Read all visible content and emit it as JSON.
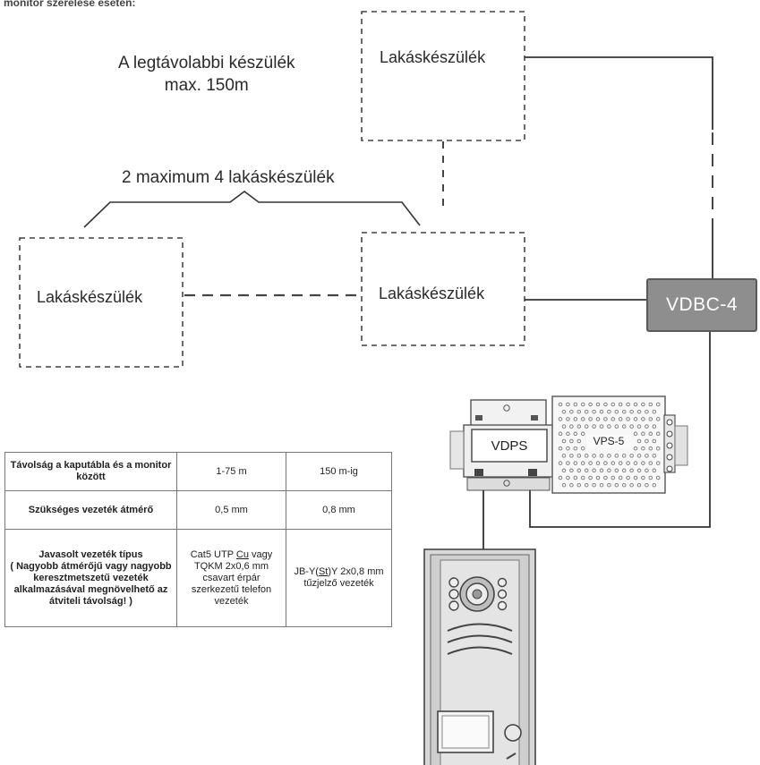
{
  "header_note": "monitor szerelése esetén:",
  "labels": {
    "farthest_distance_line1": "A legtávolabbi készülék",
    "farthest_distance_line2": "max. 150m",
    "device_range": "2 maximum 4 lakáskészülék",
    "apartment_unit_top": "Lakáskészülék",
    "apartment_unit_left": "Lakáskészülék",
    "apartment_unit_right": "Lakáskészülék"
  },
  "devices": {
    "distributor": "VDBC-4",
    "power_supply_module": "VDPS",
    "power_supply_unit": "VPS-5"
  },
  "table": {
    "rows": [
      {
        "header": "Távolság a kaputábla és a monitor között",
        "col1": "1-75 m",
        "col2": "150 m-ig"
      },
      {
        "header": "Szükséges vezeték átmérő",
        "col1": "0,5 mm",
        "col2": "0,8 mm"
      },
      {
        "header_title": "Javasolt vezeték típus",
        "header_note": "( Nagyobb átmérőjű vagy nagyobb keresztmetszetű vezeték alkalmazásával megnövelhető az átviteli távolság! )",
        "col1_a": "Cat5 UTP ",
        "col1_underlined": "Cu",
        "col1_b": " vagy TQKM 2x0,6 mm csavart érpár szerkezetű telefon vezeték",
        "col2_a": "JB-Y(",
        "col2_underlined": "St",
        "col2_b": ")Y 2x0,8 mm tűzjelző vezeték"
      }
    ]
  }
}
